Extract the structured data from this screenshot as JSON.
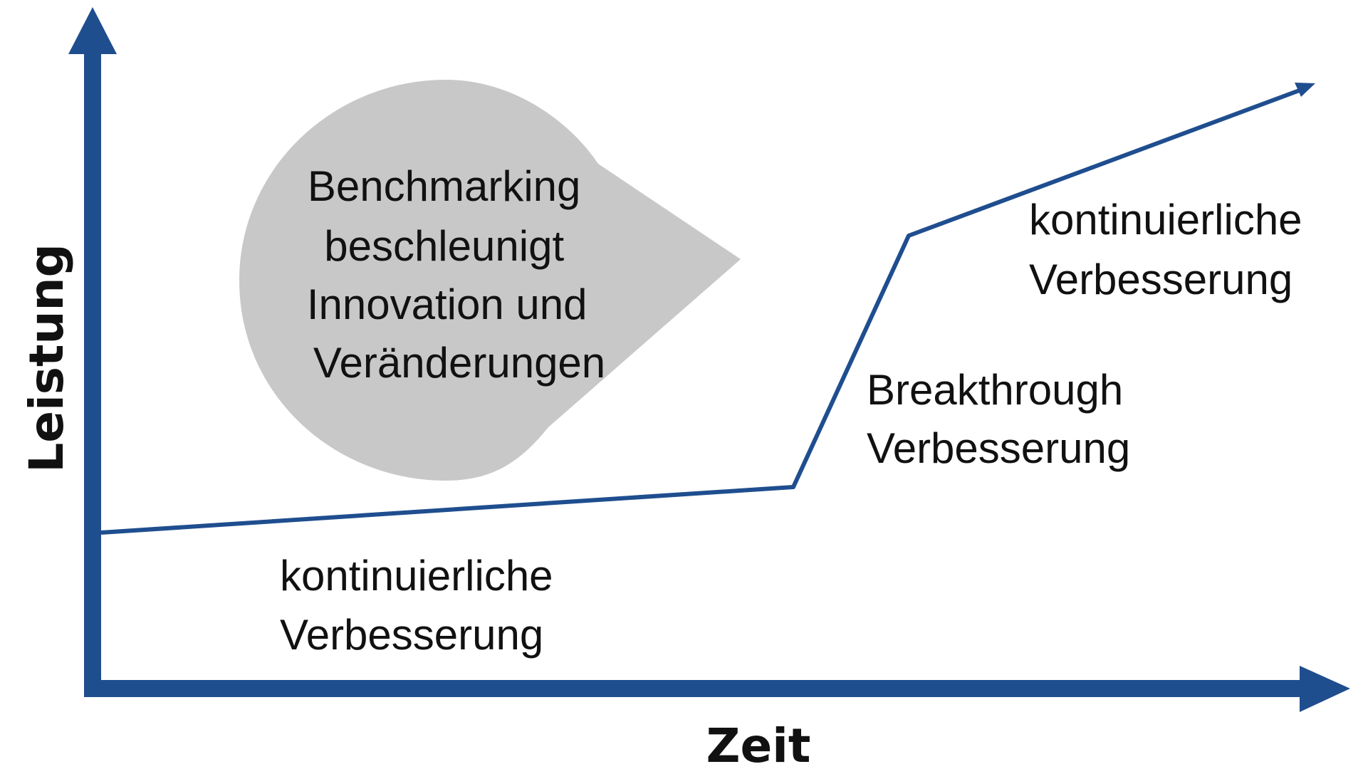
{
  "colors": {
    "axis": "#1f4e8f",
    "bubble": "#c8c8c8",
    "text": "#111111"
  },
  "axes": {
    "y_label": "Leistung",
    "x_label": "Zeit"
  },
  "bubble": {
    "lines": [
      "Benchmarking",
      "beschleunigt",
      "Innovation und",
      "Veränderungen"
    ]
  },
  "phases": [
    {
      "lines": [
        "kontinuierliche",
        "Verbesserung"
      ]
    },
    {
      "lines": [
        "Breakthrough",
        "Verbesserung"
      ]
    },
    {
      "lines": [
        "kontinuierliche",
        "Verbesserung"
      ]
    }
  ]
}
